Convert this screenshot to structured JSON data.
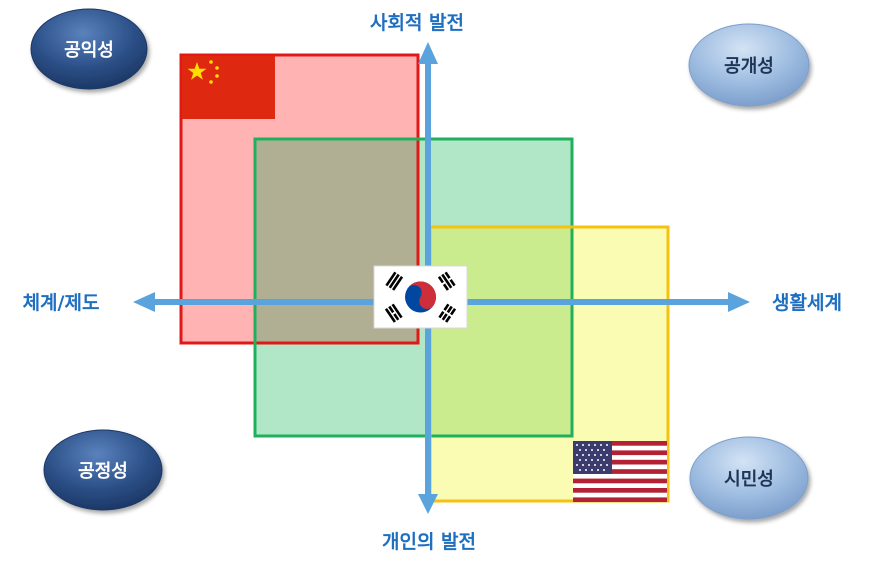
{
  "axes": {
    "top": "사회적 발전",
    "bottom": "개인의 발전",
    "left": "체계/제도",
    "right": "생활세계"
  },
  "corners": {
    "top_left": "공익성",
    "top_right": "공개성",
    "bottom_left": "공정성",
    "bottom_right": "시민성"
  },
  "colors": {
    "axis": "#5ba3dc",
    "axis_label": "#1f6fc0",
    "dark_oval": "#2d5189",
    "light_oval": "#9dbce0",
    "china_box_fill": "#ffb3b3",
    "china_box_border": "#e01818",
    "green_box_fill": "#b1e6c7",
    "green_box_border": "#1fb05c",
    "yellow_box_fill": "#fbfcb3",
    "yellow_box_border": "#f4c20f",
    "overlap_red_green": "#b0af93",
    "overlap_green_yellow": "#cbeb8f"
  },
  "flags": {
    "china": "china-flag",
    "korea": "korea-flag",
    "usa": "usa-flag"
  }
}
